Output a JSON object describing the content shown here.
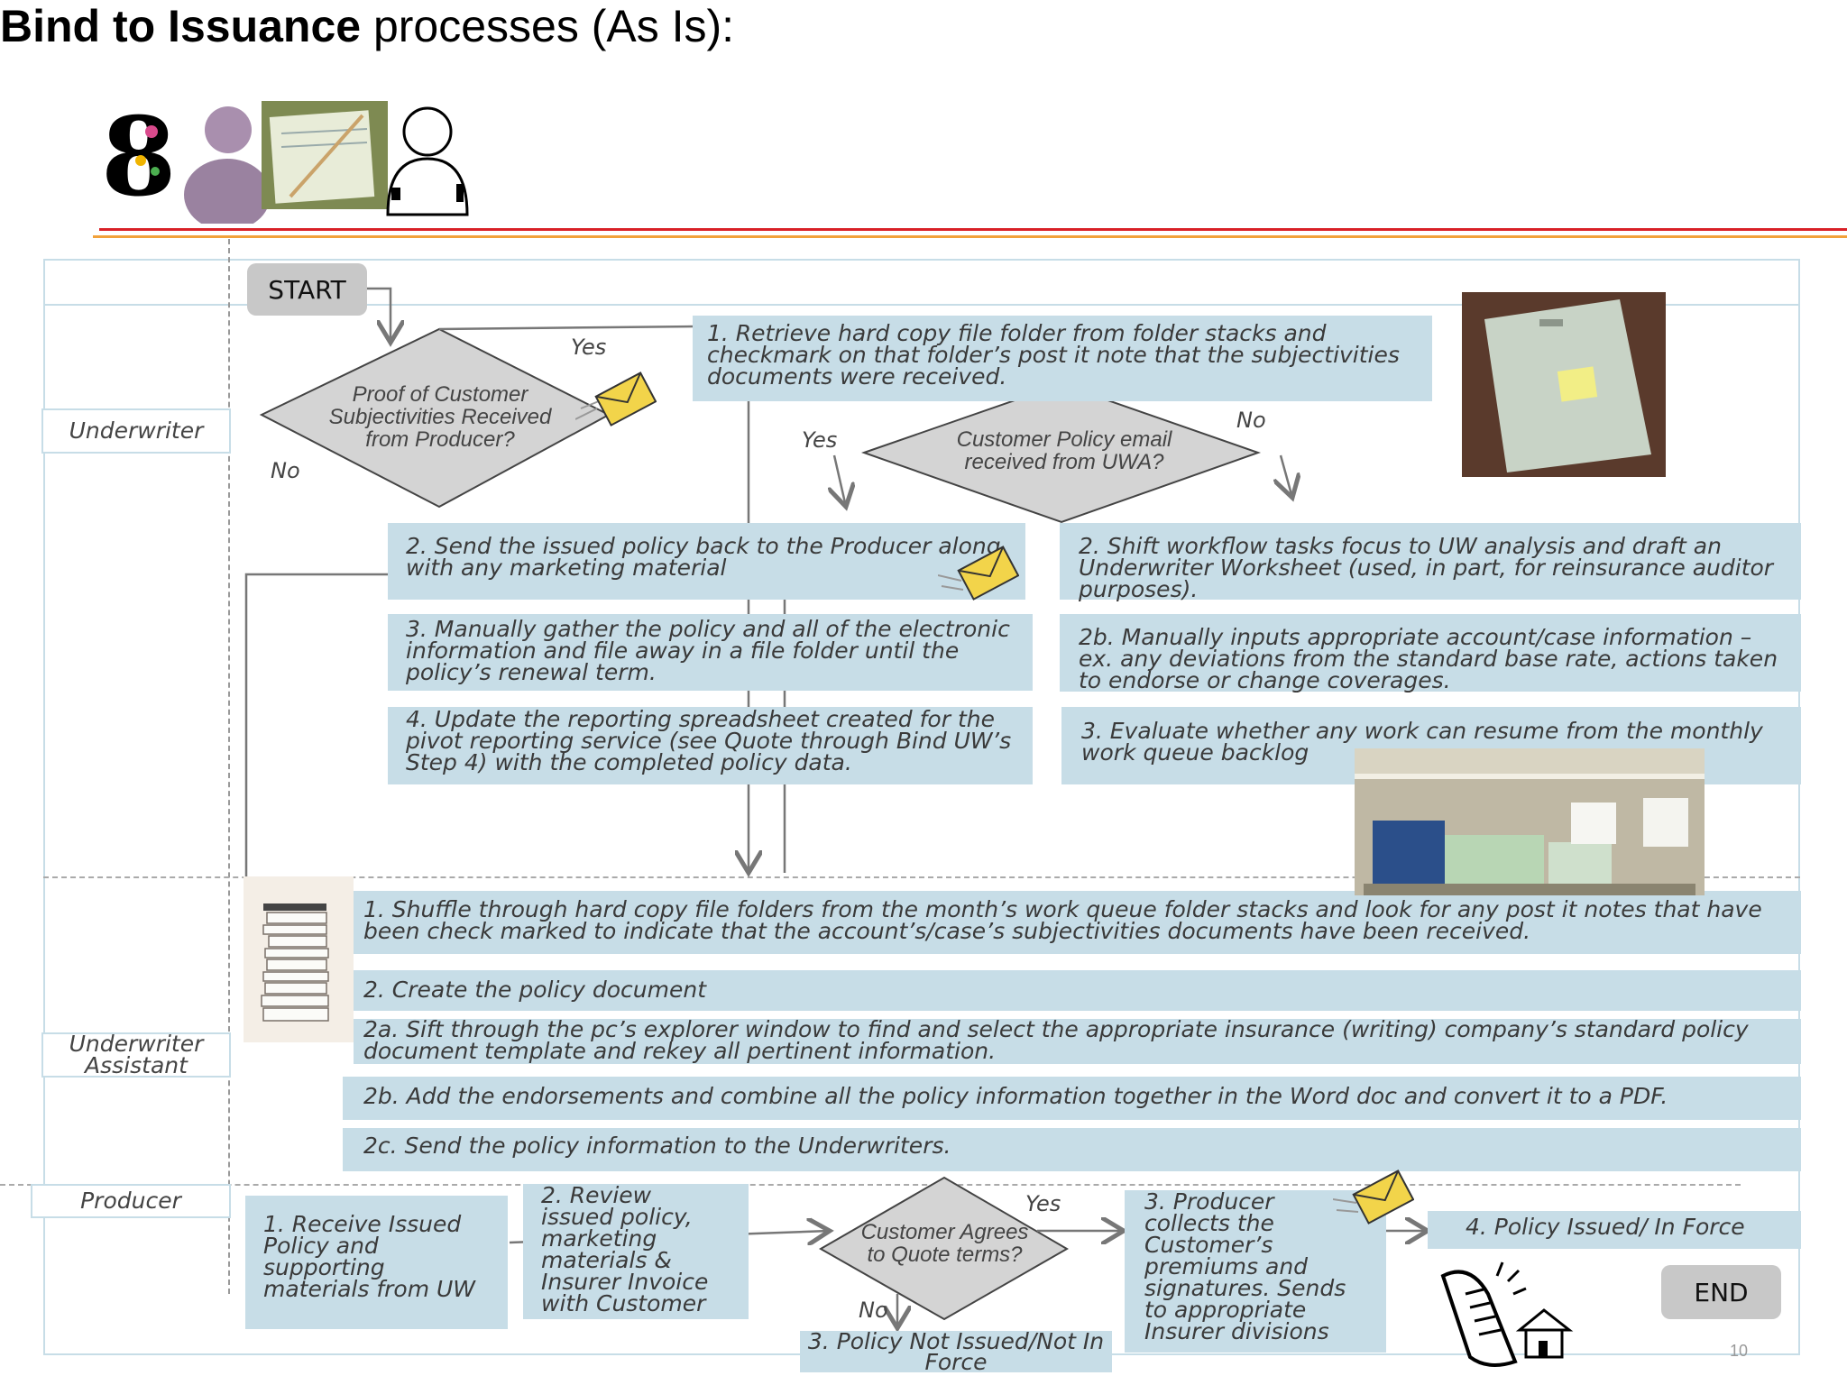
{
  "title": {
    "bold": "Bind to Issuance",
    "rest": " processes (As Is):"
  },
  "lanes": {
    "underwriter": "Underwriter",
    "assistant": "Underwriter Assistant",
    "producer": "Producer"
  },
  "start_label": "START",
  "end_label": "END",
  "decisions": {
    "proof": "Proof of Customer Subjectivities Received from Producer?",
    "email": "Customer Policy email received from UWA?",
    "agree": "Customer Agrees to Quote terms?"
  },
  "branch_labels": {
    "proof_yes": "Yes",
    "proof_no": "No",
    "email_yes": "Yes",
    "email_no": "No",
    "agree_yes": "Yes",
    "agree_no": "No"
  },
  "underwriter_steps": {
    "retrieve": "1.   Retrieve hard copy file folder from folder stacks and checkmark on that folder’s post it note that the subjectivities documents were received.",
    "send_back": "2. Send the issued policy back to the Producer along with any marketing material",
    "gather": "3. Manually gather the policy and all of the electronic information and file away in a file folder until the policy’s renewal term.",
    "update": "4. Update the reporting spreadsheet created for the pivot reporting service (see Quote through Bind UW’s Step 4) with the completed policy data.",
    "shift": "2. Shift workflow tasks focus to UW analysis and draft an Underwriter Worksheet (used, in part, for reinsurance auditor purposes).",
    "inputs": "2b. Manually inputs appropriate account/case information – ex. any deviations from the standard base rate, actions taken to endorse or change coverages.",
    "evaluate": "3. Evaluate whether any work can resume from the monthly work queue backlog"
  },
  "assistant_steps": {
    "shuffle": "1.   Shuffle through hard copy file folders from the month’s work queue folder stacks and look for any post it notes that have been check marked to indicate that the account’s/case’s subjectivities documents have been received.",
    "create": "2. Create the policy document",
    "sift": "2a. Sift through the pc’s explorer window to find and select the appropriate insurance (writing) company’s standard policy document template and rekey all pertinent information.",
    "add": "2b. Add the endorsements and combine all the policy information together in the Word doc and convert it to a PDF.",
    "send": "2c. Send the policy information to the Underwriters."
  },
  "producer_steps": {
    "receive": "1. Receive Issued Policy and supporting materials from UW",
    "review": "2. Review issued policy, marketing materials & Insurer Invoice with Customer",
    "collects": "3. Producer collects the Customer’s premiums and signatures.  Sends to appropriate Insurer divisions",
    "issued": "4. Policy Issued/ In Force",
    "not_issued": "3. Policy Not Issued/Not In Force"
  },
  "page_number": "10",
  "icons": [
    "number-8-icon",
    "person-icon",
    "document-photo-icon",
    "person-outline-icon",
    "envelope-icon",
    "policy-document-icon",
    "paper-stack-icon"
  ]
}
